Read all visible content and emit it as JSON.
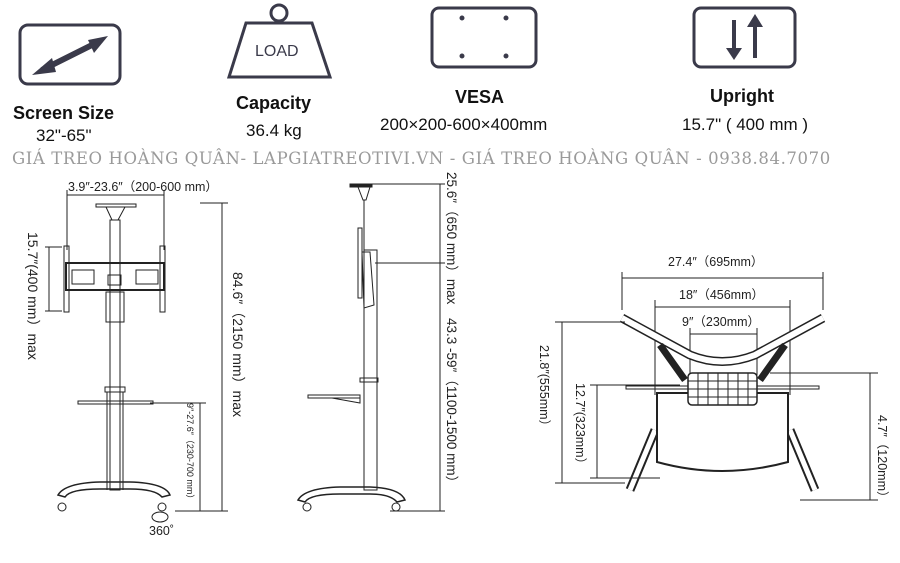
{
  "specs": [
    {
      "label": "Screen Size",
      "value": "32\"-65\"",
      "icon": "diagonal-arrow-icon"
    },
    {
      "label": "Capacity",
      "value": "36.4 kg",
      "icon": "load-weight-icon",
      "icon_text": "LOAD"
    },
    {
      "label": "VESA",
      "value": "200×200-600×400mm",
      "icon": "vesa-plate-icon"
    },
    {
      "label": "Upright",
      "value": "15.7\" ( 400 mm )",
      "icon": "up-down-arrows-icon"
    }
  ],
  "watermark": "GIÁ TREO HOÀNG QUÂN- LAPGIATREOTIVI.VN - GIÁ TREO HOÀNG QUÂN - 0938.84.7070",
  "front_view": {
    "width_dim": "3.9″-23.6″（200-600 mm）",
    "bracket_dim": "15.7″(400 mm）max",
    "height_dim": "84.6″（2150 mm）max",
    "shelf_dim": "9″-27.6″（230-700 mm）",
    "rotation": "360˚"
  },
  "side_view": {
    "top_dim": "25.6″（650 mm）max",
    "range_dim": "43.3 -59″（1100-1500 mm）"
  },
  "top_view": {
    "outer_width": "27.4″（695mm）",
    "mid_width": "18″（456mm）",
    "inner_width": "9″（230mm）",
    "depth": "21.8″(555mm）",
    "tray_depth": "12.7″(323mm）",
    "offset": "4.7″（120mm）"
  },
  "colors": {
    "icon": "#3a3a4a",
    "line": "#222222",
    "watermark": "#9a9a9a"
  }
}
